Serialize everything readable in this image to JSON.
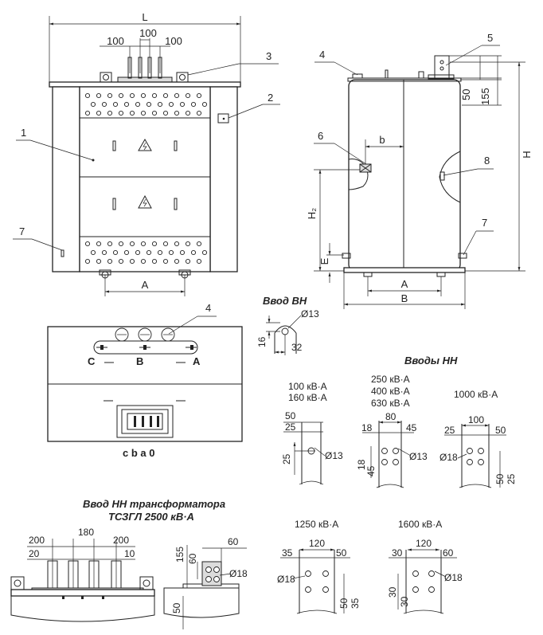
{
  "front_view": {
    "dim_L": "L",
    "dim_100_left": "100",
    "dim_100_mid": "100",
    "dim_100_right": "100",
    "dim_A": "A",
    "callout_1": "1",
    "callout_2": "2",
    "callout_3": "3",
    "callout_7": "7"
  },
  "side_view": {
    "callout_4": "4",
    "callout_5": "5",
    "callout_6": "6",
    "callout_7": "7",
    "callout_8": "8",
    "dim_50": "50",
    "dim_155": "155",
    "dim_b": "b",
    "dim_H": "H",
    "dim_H2": "H₂",
    "dim_E": "E",
    "dim_A": "A",
    "dim_B": "B"
  },
  "top_view": {
    "callout_4": "4",
    "phase_hv": [
      "C",
      "B",
      "A"
    ],
    "phase_lv": "c  b a 0"
  },
  "hv_input": {
    "title": "Ввод ВН",
    "dim_diam": "Ø13",
    "dim_16": "16",
    "dim_32": "32"
  },
  "lv_inputs": {
    "title": "Вводы НН",
    "group1": {
      "rating_1": "100 кВ·А",
      "rating_2": "160 кВ·А",
      "dim_50": "50",
      "dim_25_top": "25",
      "dim_25_side": "25",
      "dim_diam": "Ø13"
    },
    "group2": {
      "rating_1": "250 кВ·А",
      "rating_2": "400 кВ·А",
      "rating_3": "630 кВ·А",
      "dim_80": "80",
      "dim_18_top": "18",
      "dim_45_top": "45",
      "dim_18_side": "18",
      "dim_45_side": "45",
      "dim_diam": "Ø13"
    },
    "group3": {
      "rating": "1000 кВ·А",
      "dim_100": "100",
      "dim_25": "25",
      "dim_50_top": "50",
      "dim_diam": "Ø18",
      "dim_50_side": "50",
      "dim_25_side": "25"
    },
    "group4": {
      "rating": "1250 кВ·А",
      "dim_120": "120",
      "dim_35": "35",
      "dim_50_top": "50",
      "dim_diam": "Ø18",
      "dim_50_side": "50",
      "dim_35_side": "35"
    },
    "group5": {
      "rating": "1600 кВ·А",
      "dim_120": "120",
      "dim_30": "30",
      "dim_60": "60",
      "dim_diam": "Ø18",
      "dim_30_side": "30",
      "dim_30_side_b": "30"
    }
  },
  "tszgl_input": {
    "title_1": "Ввод  НН  трансформатора",
    "title_2": "ТСЗГЛ  2500 кВ·А",
    "dim_200_left": "200",
    "dim_180": "180",
    "dim_200_right": "200",
    "dim_20": "20",
    "dim_10": "10",
    "dim_155": "155",
    "dim_60_top": "60",
    "dim_60_side": "60",
    "dim_diam": "Ø18",
    "dim_50": "50"
  }
}
